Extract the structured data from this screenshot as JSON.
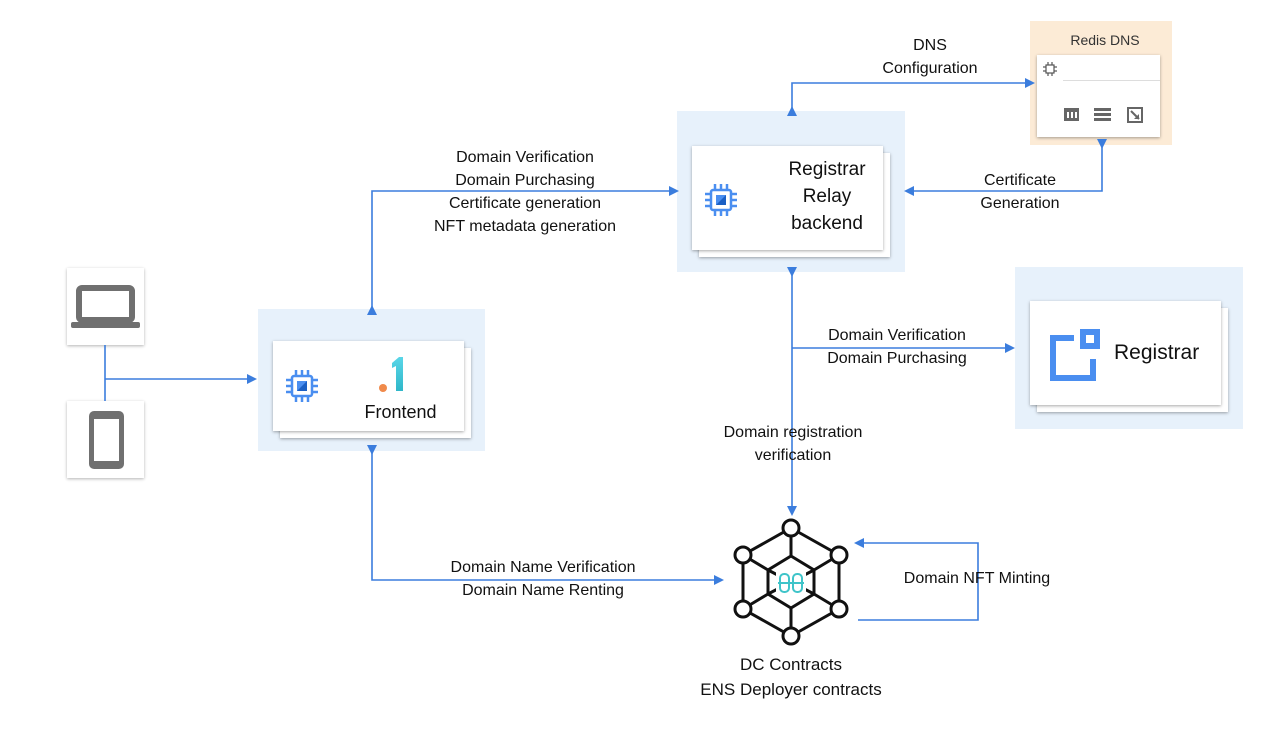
{
  "colors": {
    "arrow": "#3b7ddd",
    "zone": "#e7f1fb",
    "redis_zone": "#fcebd6",
    "chip": "#4a8ef0",
    "icon_gray": "#707070",
    "hex_accent": "#3fc4c9"
  },
  "devices": {
    "laptop_icon": "laptop-icon",
    "phone_icon": "phone-icon"
  },
  "frontend": {
    "label": "Frontend",
    "logo_text": ".1"
  },
  "registrar_relay": {
    "line1": "Registrar",
    "line2": "Relay",
    "line3": "backend"
  },
  "redis": {
    "title": "Redis DNS"
  },
  "registrar": {
    "label": "Registrar"
  },
  "contracts": {
    "line1": "DC Contracts",
    "line2": "ENS Deployer contracts"
  },
  "edges": {
    "dns_config": [
      "DNS",
      "Configuration"
    ],
    "frontend_backend": [
      "Domain Verification",
      "Domain Purchasing",
      "Certificate generation",
      "NFT metadata generation"
    ],
    "cert_generation": [
      "Certificate",
      "Generation"
    ],
    "backend_registrar": [
      "Domain Verification",
      "Domain Purchasing"
    ],
    "registration_verification": [
      "Domain registration",
      "verification"
    ],
    "frontend_contracts": [
      "Domain Name Verification",
      "Domain Name Renting"
    ],
    "nft_minting": [
      "Domain NFT Minting"
    ]
  }
}
